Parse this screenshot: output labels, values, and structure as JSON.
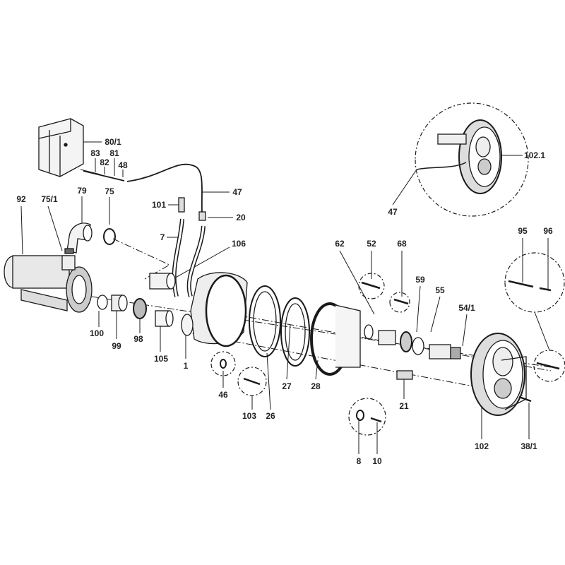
{
  "diagram": {
    "type": "exploded-parts-diagram",
    "line_color": "#1a1a1a",
    "parts": [
      {
        "id": "80_1",
        "label": "80/1"
      },
      {
        "id": "83",
        "label": "83"
      },
      {
        "id": "82",
        "label": "82"
      },
      {
        "id": "81",
        "label": "81"
      },
      {
        "id": "48",
        "label": "48"
      },
      {
        "id": "47a",
        "label": "47"
      },
      {
        "id": "102_1",
        "label": "102.1"
      },
      {
        "id": "47b",
        "label": "47"
      },
      {
        "id": "92",
        "label": "92"
      },
      {
        "id": "75_1",
        "label": "75/1"
      },
      {
        "id": "79",
        "label": "79"
      },
      {
        "id": "75",
        "label": "75"
      },
      {
        "id": "101",
        "label": "101"
      },
      {
        "id": "20",
        "label": "20"
      },
      {
        "id": "7",
        "label": "7"
      },
      {
        "id": "106",
        "label": "106"
      },
      {
        "id": "62",
        "label": "62"
      },
      {
        "id": "52",
        "label": "52"
      },
      {
        "id": "68",
        "label": "68"
      },
      {
        "id": "95",
        "label": "95"
      },
      {
        "id": "96",
        "label": "96"
      },
      {
        "id": "59",
        "label": "59"
      },
      {
        "id": "55",
        "label": "55"
      },
      {
        "id": "54_1",
        "label": "54/1"
      },
      {
        "id": "100",
        "label": "100"
      },
      {
        "id": "99",
        "label": "99"
      },
      {
        "id": "98",
        "label": "98"
      },
      {
        "id": "105",
        "label": "105"
      },
      {
        "id": "1",
        "label": "1"
      },
      {
        "id": "46",
        "label": "46"
      },
      {
        "id": "103",
        "label": "103"
      },
      {
        "id": "26",
        "label": "26"
      },
      {
        "id": "27",
        "label": "27"
      },
      {
        "id": "28",
        "label": "28"
      },
      {
        "id": "21",
        "label": "21"
      },
      {
        "id": "8",
        "label": "8"
      },
      {
        "id": "10",
        "label": "10"
      },
      {
        "id": "102",
        "label": "102"
      },
      {
        "id": "38_1",
        "label": "38/1"
      }
    ]
  }
}
